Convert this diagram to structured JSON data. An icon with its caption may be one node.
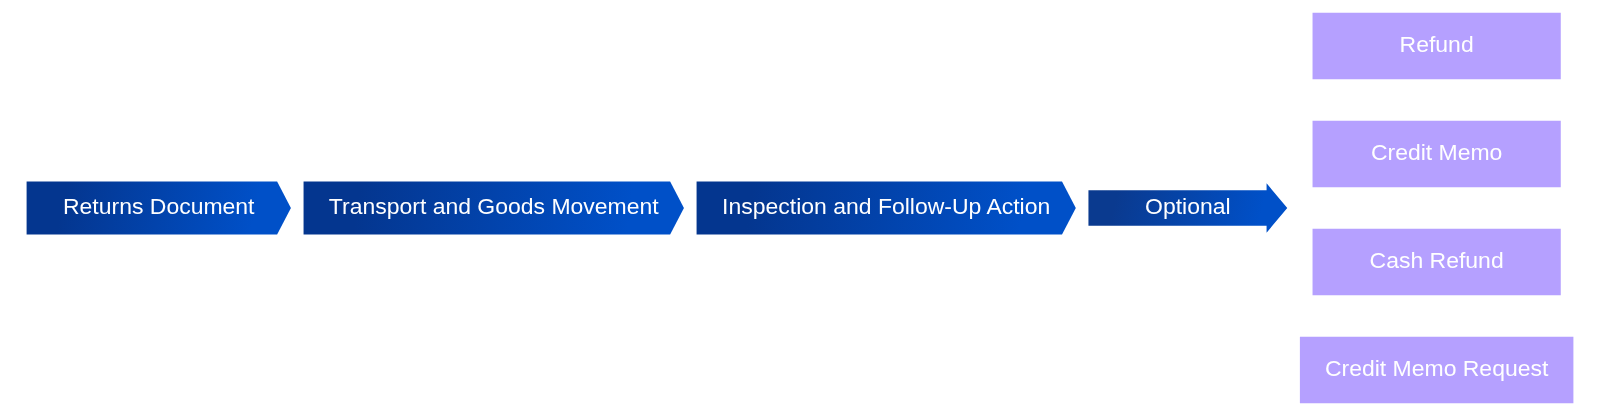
{
  "diagram": {
    "nodes": [
      {
        "text": [
          "Returns Document"
        ]
      },
      {
        "text": [
          "Transport and Goods Movement"
        ]
      },
      {
        "text": [
          "Inspection and Follow-Up Action"
        ]
      },
      {
        "text": [
          "Optional"
        ]
      },
      {
        "text": [
          "Refund"
        ]
      },
      {
        "text": [
          "Credit Memo"
        ]
      },
      {
        "text": [
          "Cash Refund"
        ]
      },
      {
        "text": [
          "Credit Memo Request"
        ]
      }
    ]
  }
}
